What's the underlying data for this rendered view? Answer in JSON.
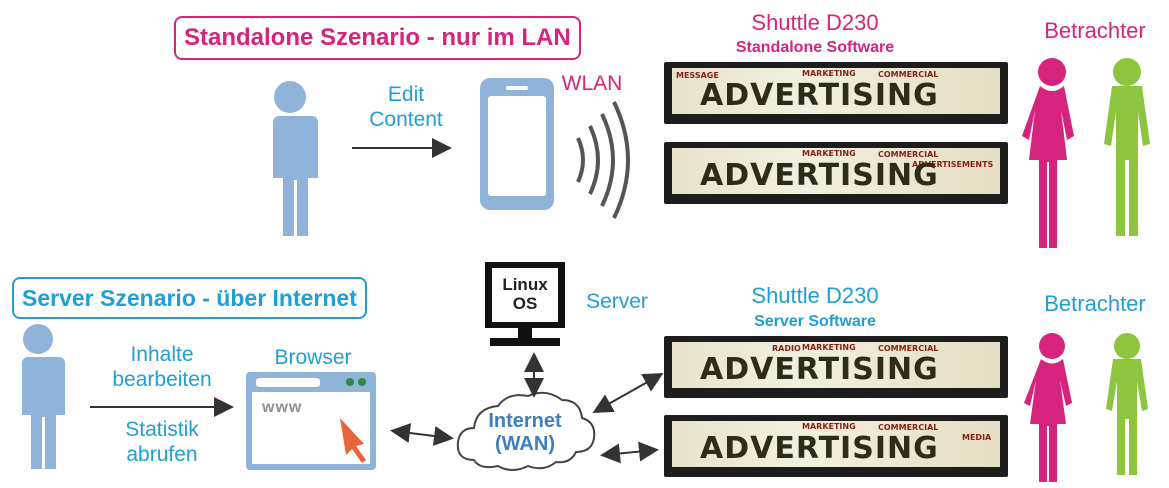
{
  "top": {
    "title": "Standalone Szenario - nur im LAN",
    "edit_label": "Edit\nContent",
    "wlan_label": "WLAN",
    "device_title": "Shuttle D230",
    "device_subtitle": "Standalone Software",
    "viewer_label": "Betrachter"
  },
  "bottom": {
    "title": "Server Szenario - über Internet",
    "inhalte_label": "Inhalte\nbearbeiten",
    "statistik_label": "Statistik\nabrufen",
    "browser_label": "Browser",
    "browser_www": "www",
    "server_label": "Server",
    "os_label": "Linux\nOS",
    "internet_label": "Internet\n(WAN)",
    "device_title": "Shuttle D230",
    "device_subtitle": "Server Software",
    "viewer_label": "Betrachter"
  },
  "display": {
    "headline": "ADVERTISING",
    "words": [
      "MARKETING",
      "COMMERCIAL",
      "MESSAGE",
      "ADVERTISEMENTS",
      "RADIO",
      "MEDIA"
    ]
  },
  "colors": {
    "person": "#8fb3d9",
    "phone": "#8fb3d9",
    "viewer_pink": "#d6237d",
    "viewer_green": "#8cc63f",
    "accent_blue": "#1f9fd8",
    "accent_magenta": "#d6237d"
  }
}
